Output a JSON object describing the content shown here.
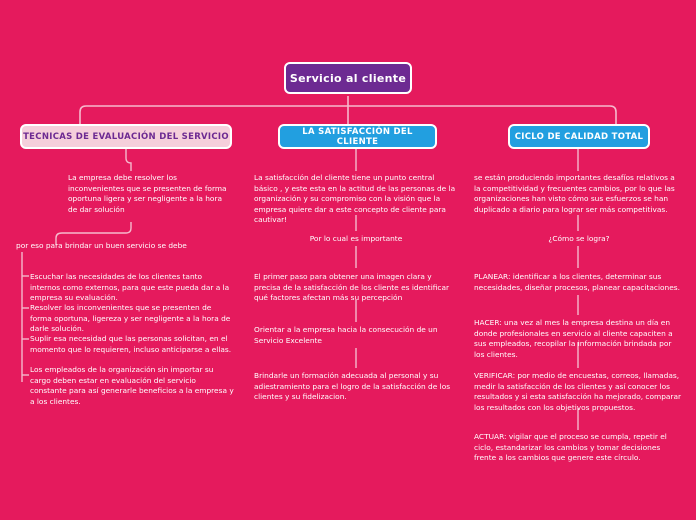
{
  "root": {
    "label": "Servicio al cliente"
  },
  "branches": [
    {
      "id": "tecnicas-evaluacion",
      "header": "TECNICAS DE EVALUACIÓN DEL SERVICIO",
      "description": "La empresa debe resolver los inconvenientes que se presenten de forma oportuna ligera y ser negligente a la hora de  dar solución",
      "caption": "por eso para brindar un buen servicio se debe",
      "items": [
        "Escuchar las necesidades de los clientes tanto internos como externos, para que este pueda dar a la empresa su evaluación.",
        "Resolver los inconvenientes que se presenten de forma oportuna, ligereza y ser negligente a la hora de darle solución.",
        "Suplir esa necesidad que las personas solicitan, en el momento que lo requieren, incluso anticiparse a ellas.",
        "Los empleados de la organización sin importar su cargo deben estar en evaluación del servicio constante para así generarle beneficios a la empresa y a los clientes."
      ]
    },
    {
      "id": "satisfaccion-cliente",
      "header": "LA SATISFACCIÓN DEL CLIENTE",
      "description": "La satisfacción del cliente tiene un punto central básico , y este esta en la actitud de las personas de la organización y su compromiso con la visión que la empresa quiere dar a este concepto de cliente para cautivar!",
      "caption": "Por lo cual es importante",
      "items": [
        "El primer paso para obtener una imagen clara y precisa de la satisfacción de los cliente es identificar qué factores afectan más su percepción",
        "Orientar  a la empresa hacia la consecución de un Servicio Excelente",
        "Brindarle un  formación adecuada al personal y su adiestramiento para el logro de la satisfacción de los clientes y su fidelizacion."
      ]
    },
    {
      "id": "ciclo-calidad-total",
      "header": "CICLO DE CALIDAD TOTAL",
      "description": "se están produciendo importantes desafíos relativos a la competitividad y frecuentes cambios, por lo que las organizaciones han visto cómo sus esfuerzos se han duplicado a diario para lograr ser más competitivas.",
      "caption": "¿Cómo se logra?",
      "items": [
        "PLANEAR:  identificar a los clientes, determinar sus necesidades, diseñar procesos, planear capacitaciones.",
        "HACER:  una vez al mes la empresa destina un día en donde profesionales en servicio al cliente capaciten a sus empleados, recopilar la información brindada por los clientes.",
        "VERIFICAR:  por medio de encuestas, correos, llamadas, medir la satisfacción de los clientes y así conocer los resultados y si esta satisfacción ha mejorado, comparar los resultados con los objetivos propuestos.",
        "ACTUAR:  vigilar que el proceso se cumpla, repetir el ciclo, estandarizar los cambios y tomar decisiones frente a los cambios que genere este círculo."
      ]
    }
  ],
  "colors": {
    "background": "#e51a5d",
    "root_fill": "#6d2a92",
    "branch1_fill": "#f5cfdb",
    "branch1_text": "#6d2a92",
    "branch_blue_fill": "#229fe0",
    "connector": "#f6b9cd",
    "text": "#ffffff"
  }
}
